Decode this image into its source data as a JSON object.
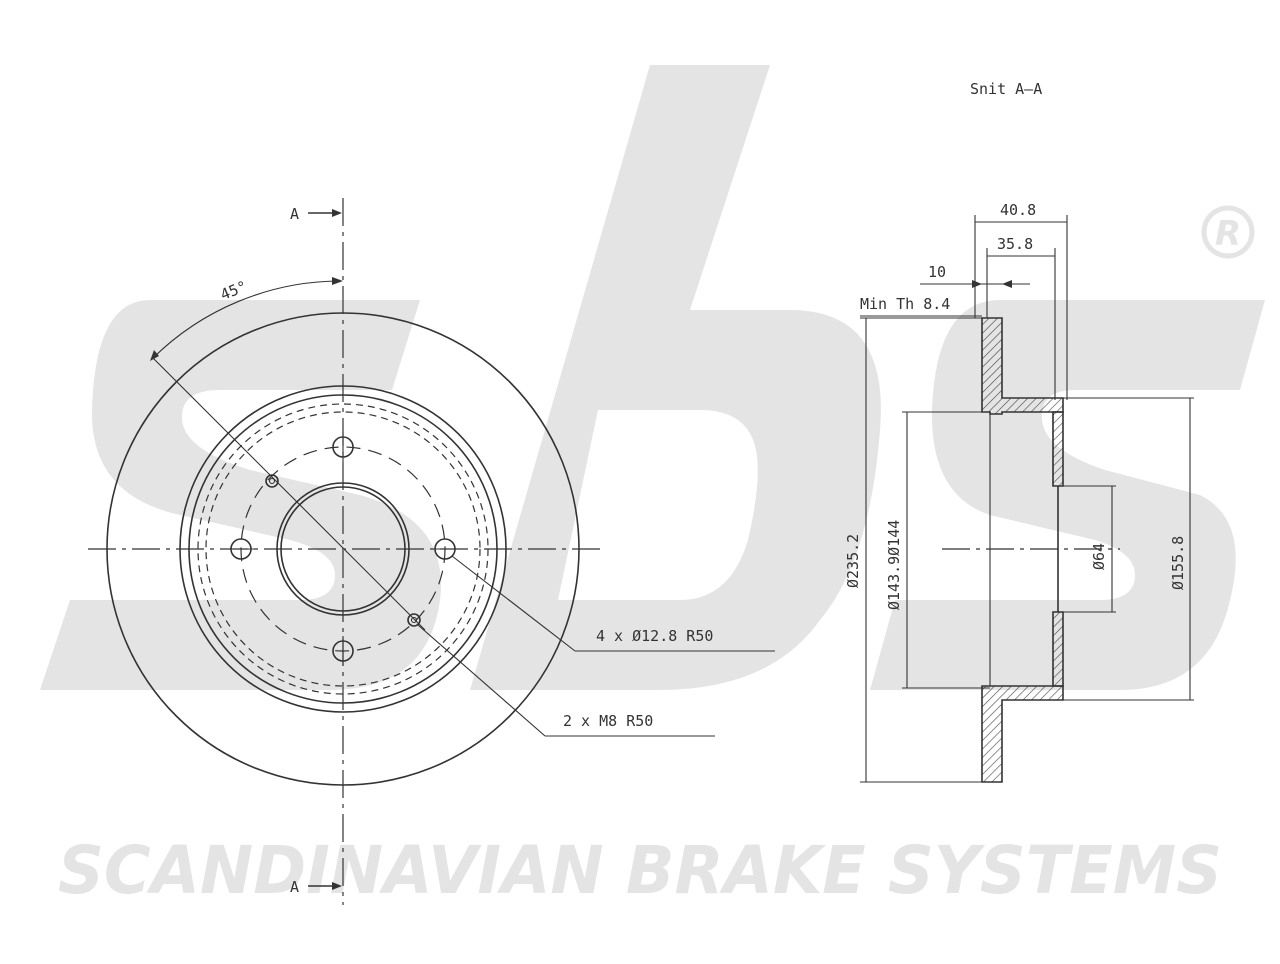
{
  "brand": {
    "logo_text": "sbs",
    "registered_mark": "R",
    "company_name": "SCANDINAVIAN BRAKE SYSTEMS",
    "watermark_color": "#e4e4e4"
  },
  "front_view": {
    "section_marker_top": "A",
    "section_marker_bottom": "A",
    "angle_label": "45°",
    "callouts": {
      "bolt_holes": "4  x  Ø12.8    R50",
      "threaded_holes": "2  x  M8    R50"
    }
  },
  "section_view": {
    "title": "Snit  A–A",
    "dimensions": {
      "overall_height": "40.8",
      "hat_height": "35.8",
      "thickness": "10",
      "min_thickness": "Min  Th  8.4",
      "outer_diameter": "Ø235.2",
      "hat_diameters": "Ø143.9Ø144",
      "center_bore": "Ø64",
      "hub_diameter": "Ø155.8"
    }
  },
  "colors": {
    "line": "#333333",
    "background": "#ffffff"
  }
}
